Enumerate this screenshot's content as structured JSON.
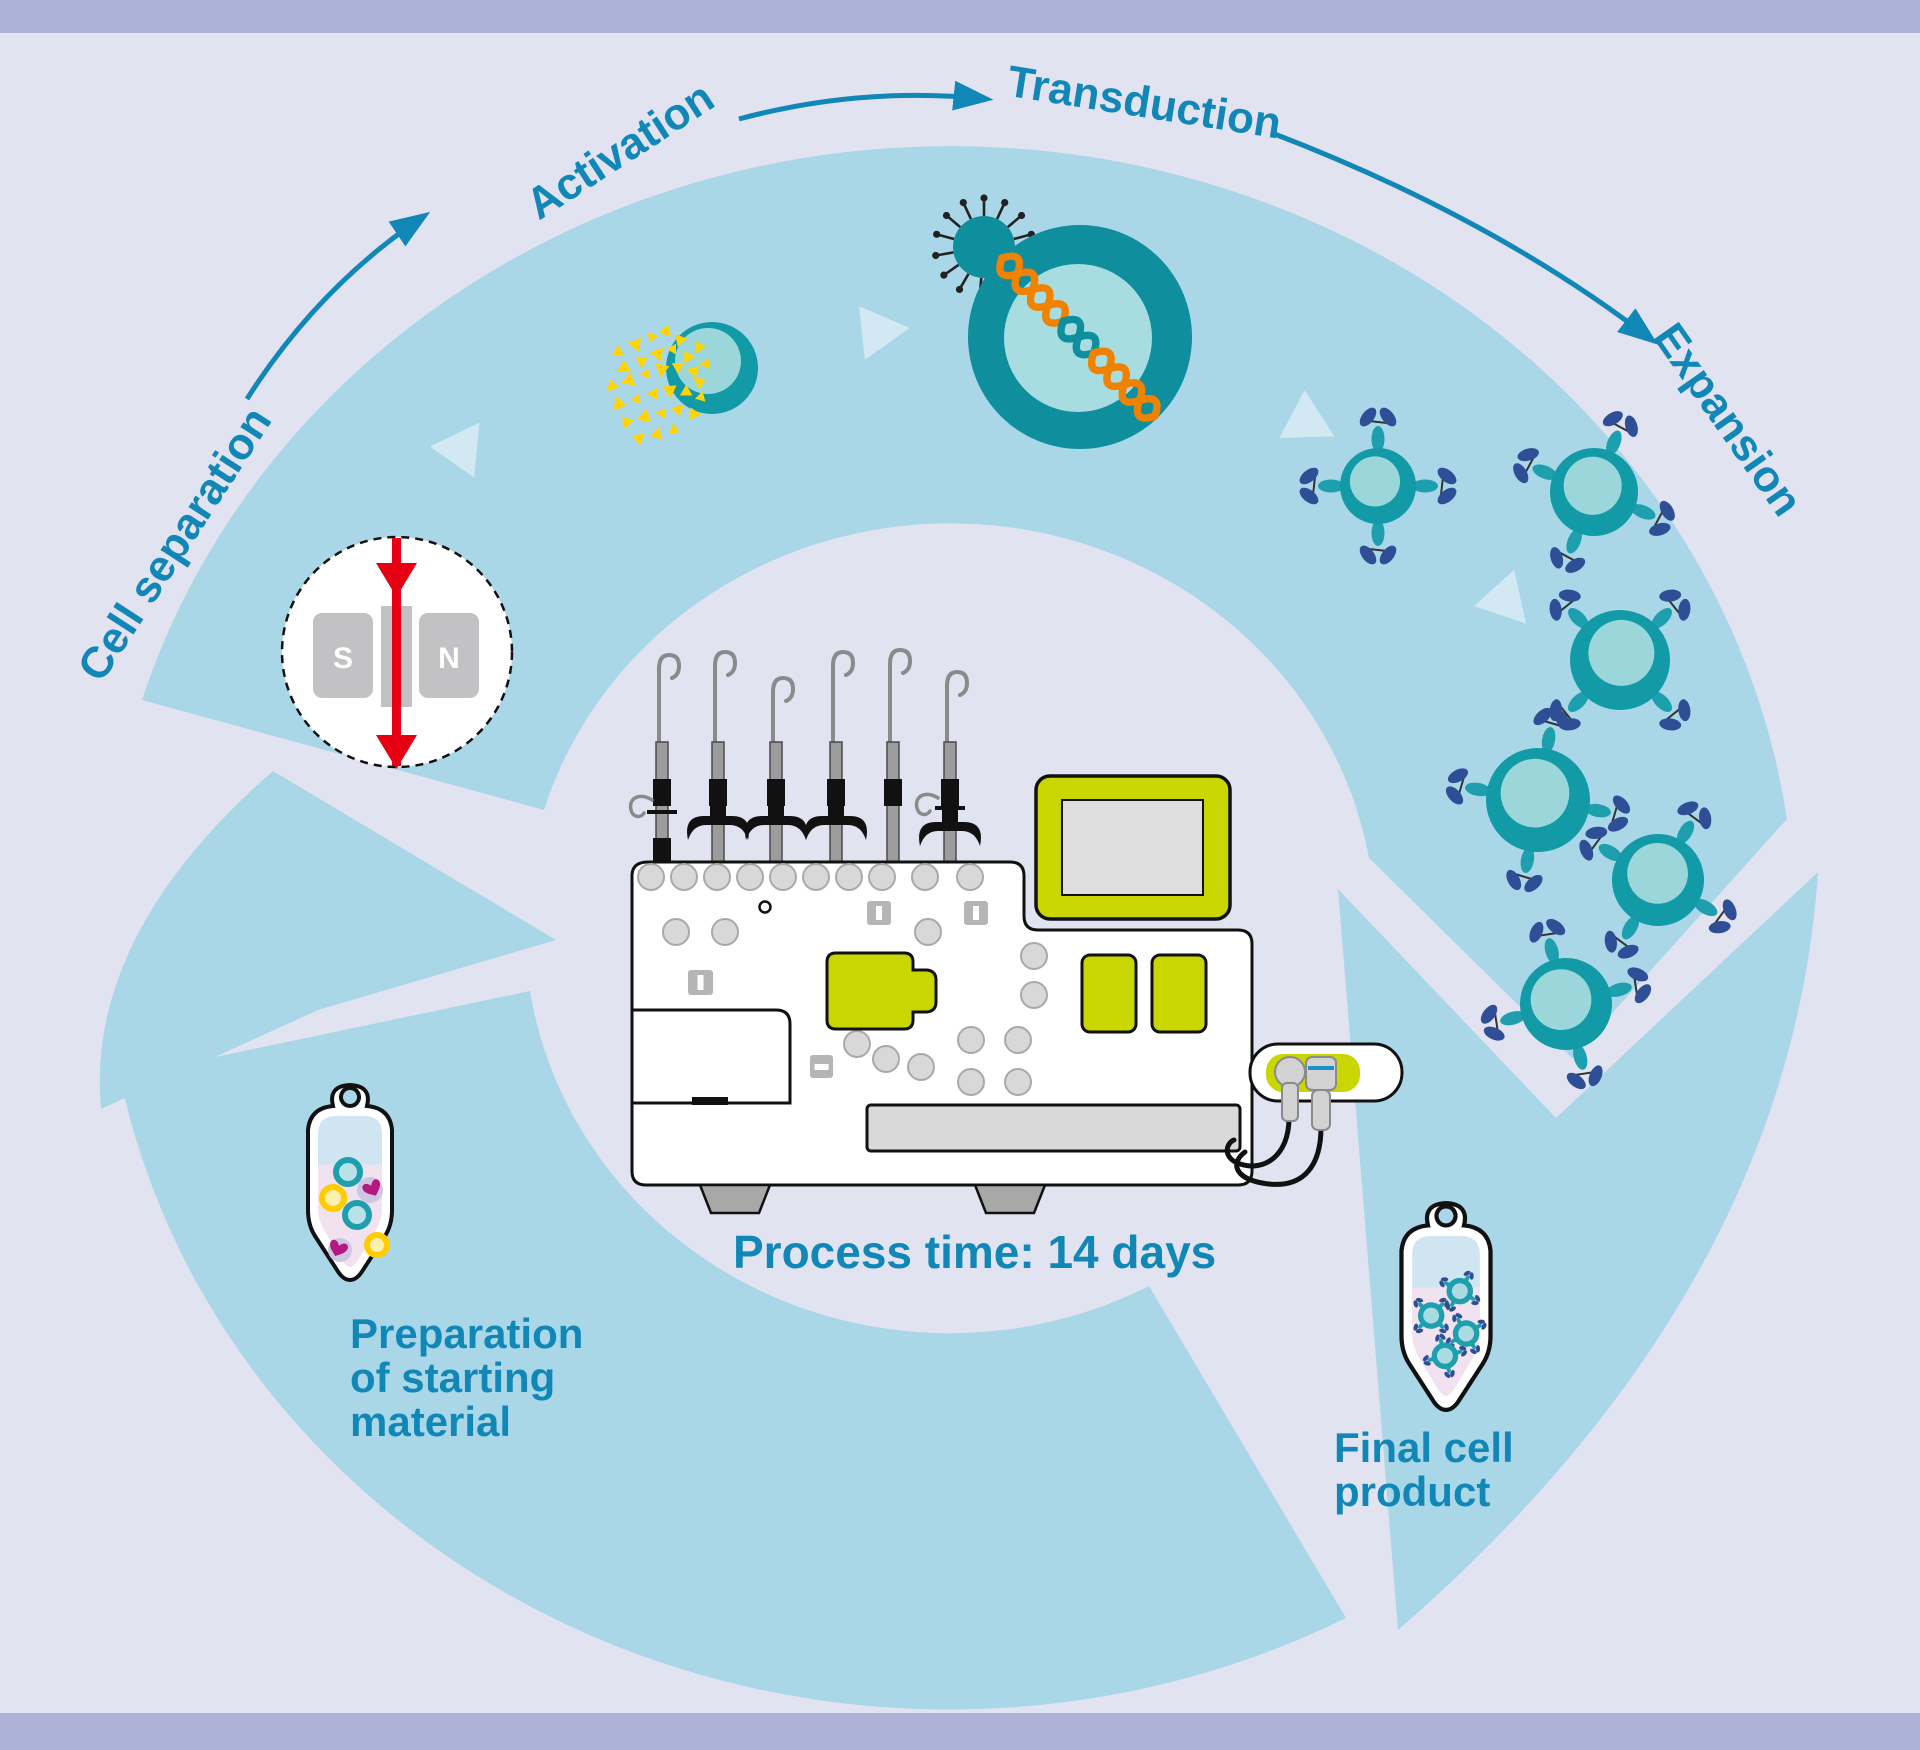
{
  "stages": {
    "cell_separation": "Cell separation",
    "activation": "Activation",
    "transduction": "Transduction",
    "expansion": "Expansion"
  },
  "center": {
    "process_time": "Process time: 14 days"
  },
  "start_material": {
    "lines": [
      "Preparation",
      "of starting",
      "material"
    ]
  },
  "final_product": {
    "lines": [
      "Final cell",
      "product"
    ]
  },
  "magnet": {
    "south_label": "S",
    "north_label": "N"
  },
  "icons": {
    "magnet": "magnetic-separation-icon",
    "activation_cell": "activated-cell-icon",
    "virus": "viral-vector-icon",
    "dna": "dna-helix-icon",
    "car_cells": "car-t-cell-icon",
    "machine": "cell-processing-machine-icon",
    "start_bag": "starting-material-bag-icon",
    "final_bag": "final-product-bag-icon",
    "flow_triangle": "flow-direction-triangle-icon",
    "step_arrow": "curved-step-arrow-icon"
  },
  "colors": {
    "background": "#e2e3f0",
    "frame_band": "#adb2d8",
    "ring": "#a9d7e8",
    "ring_triangle": "#d2e9f4",
    "label_teal": "#1187b7",
    "cell_teal": "#129aa7",
    "cell_inner": "#9bd6da",
    "transduction_teal": "#0f8e9d",
    "receptor_navy": "#2e4e96",
    "dna_orange": "#ef8200",
    "activation_yellow": "#ffd400",
    "magnet_red": "#e60012",
    "machine_accent": "#c9d601",
    "bag_blue_layer": "#cfe6f2",
    "bag_pink_layer": "#f2e2ef"
  }
}
